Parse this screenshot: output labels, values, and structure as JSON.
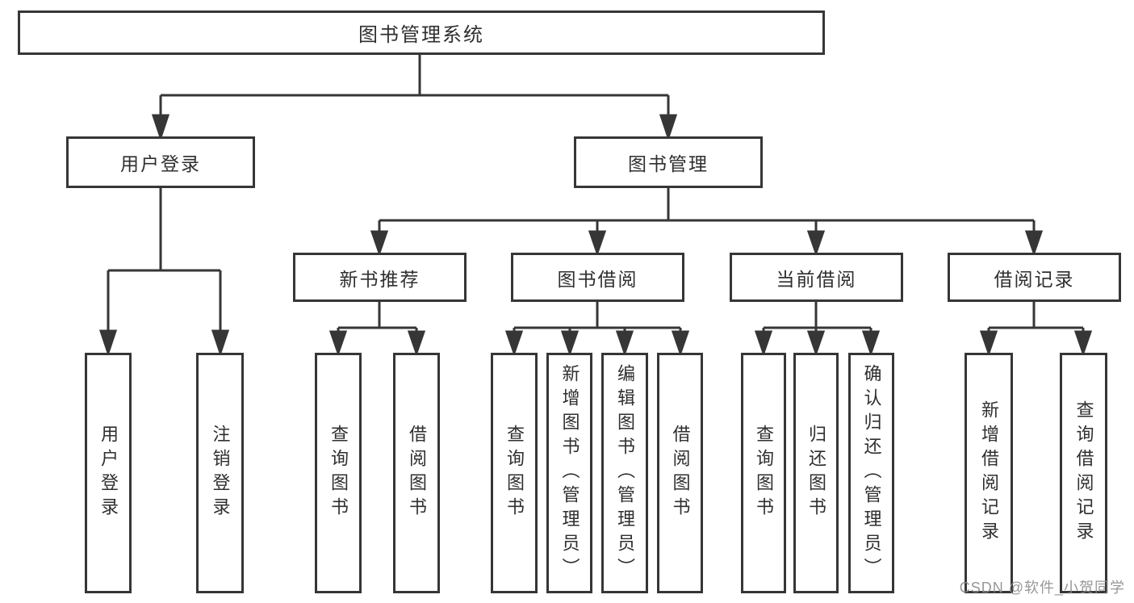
{
  "tree": {
    "label": "图书管理系统",
    "children": [
      {
        "label": "用户登录",
        "children": [
          {
            "label": "用户登录"
          },
          {
            "label": "注销登录"
          }
        ]
      },
      {
        "label": "图书管理",
        "children": [
          {
            "label": "新书推荐",
            "children": [
              {
                "label": "查询图书"
              },
              {
                "label": "借阅图书"
              }
            ]
          },
          {
            "label": "图书借阅",
            "children": [
              {
                "label": "查询图书"
              },
              {
                "label": "新增图书（管理员）"
              },
              {
                "label": "编辑图书（管理员）"
              },
              {
                "label": "借阅图书"
              }
            ]
          },
          {
            "label": "当前借阅",
            "children": [
              {
                "label": "查询图书"
              },
              {
                "label": "归还图书"
              },
              {
                "label": "确认归还（管理员）"
              }
            ]
          },
          {
            "label": "借阅记录",
            "children": [
              {
                "label": "新增借阅记录"
              },
              {
                "label": "查询借阅记录"
              }
            ]
          }
        ]
      }
    ]
  },
  "watermark": "CSDN @软件_小贺同学",
  "colors": {
    "line": "#363636",
    "text": "#2f2f2f",
    "background": "#ffffff",
    "watermark": "#8c8c8c"
  }
}
